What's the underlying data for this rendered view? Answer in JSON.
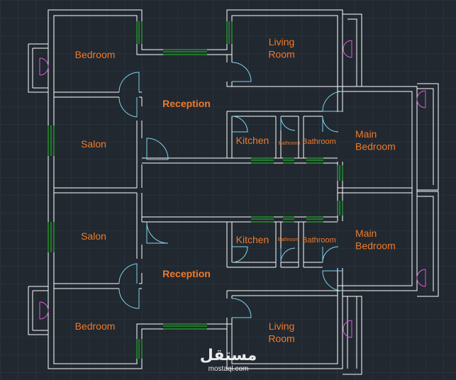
{
  "plan": {
    "rooms": {
      "bedroom_top": [
        "Bedroom"
      ],
      "living_top": [
        "Living",
        "Room"
      ],
      "reception_top": [
        "Reception"
      ],
      "salon_top": [
        "Salon"
      ],
      "kitchen_top": [
        "Kitchen"
      ],
      "bathroom_small_top": [
        "Bathroom"
      ],
      "bathroom_top": [
        "Bathroom"
      ],
      "main_bedroom_top": [
        "Main",
        "Bedroom"
      ],
      "salon_bottom": [
        "Salon"
      ],
      "kitchen_bottom": [
        "Kitchen"
      ],
      "bathroom_small_bottom": [
        "Bathroom"
      ],
      "bathroom_bottom": [
        "Bathroom"
      ],
      "main_bedroom_bottom": [
        "Main",
        "Bedroom"
      ],
      "reception_bottom": [
        "Reception"
      ],
      "bedroom_bottom": [
        "Bedroom"
      ],
      "living_bottom": [
        "Living",
        "Room"
      ]
    },
    "colors": {
      "background": "#212830",
      "grid": "#2f3844",
      "wall": "#ffffff",
      "door": "#7fd3ee",
      "window": "#22c32a",
      "balcony_door": "#e05ad6",
      "label": "#f07a2a"
    }
  },
  "watermark": {
    "logo": "مستقل",
    "url": "mostaql.com"
  }
}
